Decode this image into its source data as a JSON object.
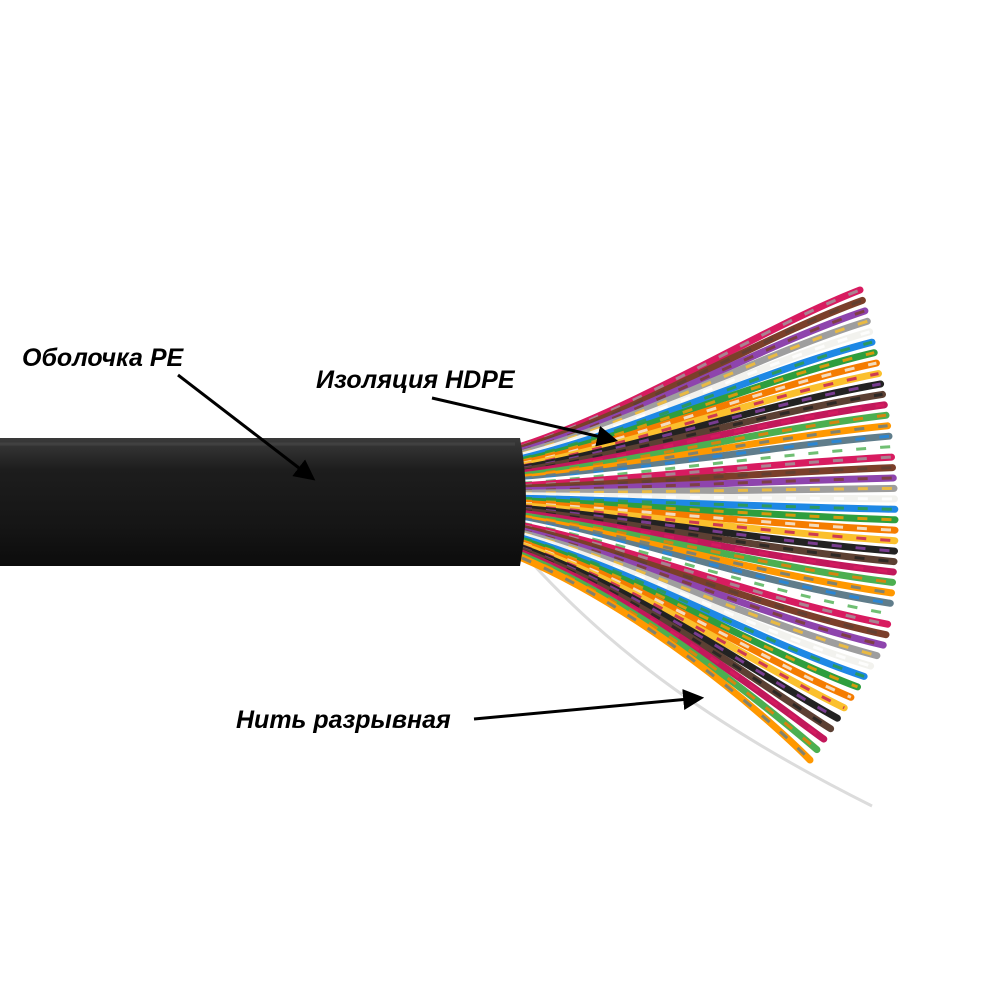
{
  "labels": {
    "sheath": "Оболочка PE",
    "insulation": "Изоляция HDPE",
    "rip_thread": "Нить разрывная"
  },
  "colors": {
    "sheath": "#1a1a1a",
    "arrow": "#000000",
    "thread": "#e6e6e6",
    "wires": [
      "#d81b60",
      "#7b3f2a",
      "#8e44ad",
      "#9e9e9e",
      "#f2f2ee",
      "#1e88e5",
      "#2e9e3e",
      "#f57c00",
      "#fbc02d",
      "#222222",
      "#5c4033",
      "#c2185b",
      "#4caf50",
      "#ff9800",
      "#607d8b",
      "#ffffff"
    ]
  },
  "icons": [
    "cable-sheath",
    "wire-bundle",
    "rip-thread",
    "arrow"
  ]
}
